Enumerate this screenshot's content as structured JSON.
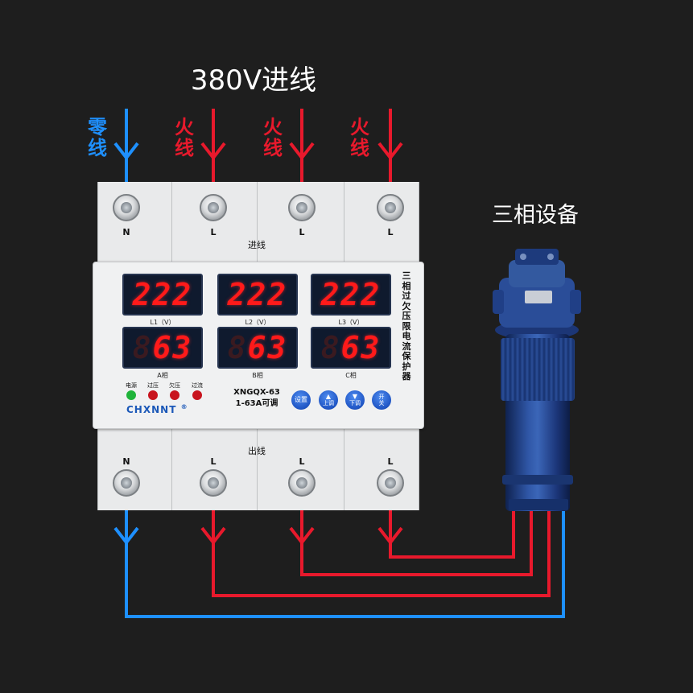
{
  "title": "380V进线",
  "wire_labels": {
    "neutral": "零\n线",
    "live_1": "火\n线",
    "live_2": "火\n线",
    "live_3": "火\n线"
  },
  "equipment_label": "三相设备",
  "breaker": {
    "top_terminals": [
      "N",
      "L",
      "L",
      "L"
    ],
    "top_zone_label": "进线",
    "bottom_terminals": [
      "N",
      "L",
      "L",
      "L"
    ],
    "bottom_zone_label": "出线",
    "vertical_title": "三相过欠压限电流保护器",
    "voltage_displays": [
      {
        "value": "222",
        "label": "L1（V）"
      },
      {
        "value": "222",
        "label": "L2（V）"
      },
      {
        "value": "222",
        "label": "L3（V）"
      }
    ],
    "current_displays": [
      {
        "value": "63",
        "label": "A相"
      },
      {
        "value": "63",
        "label": "B相"
      },
      {
        "value": "63",
        "label": "C相"
      }
    ],
    "indicators": [
      {
        "label": "电源",
        "color": "#1fb33a"
      },
      {
        "label": "过压",
        "color": "#c8141e"
      },
      {
        "label": "欠压",
        "color": "#c8141e"
      },
      {
        "label": "过流",
        "color": "#c8141e"
      }
    ],
    "brand": "CHXNNT",
    "registered_mark": "®",
    "model_line_1": "XNGQX-63",
    "model_line_2": "1-63A可调",
    "buttons": [
      {
        "label": "设置",
        "arrow": ""
      },
      {
        "label": "上调",
        "arrow": "▲"
      },
      {
        "label": "下调",
        "arrow": "▼"
      },
      {
        "label": "关",
        "arrow": "开"
      }
    ]
  },
  "colors": {
    "neutral_wire": "#1e90ff",
    "live_wire": "#e8192c",
    "background": "#1e1e1e"
  }
}
